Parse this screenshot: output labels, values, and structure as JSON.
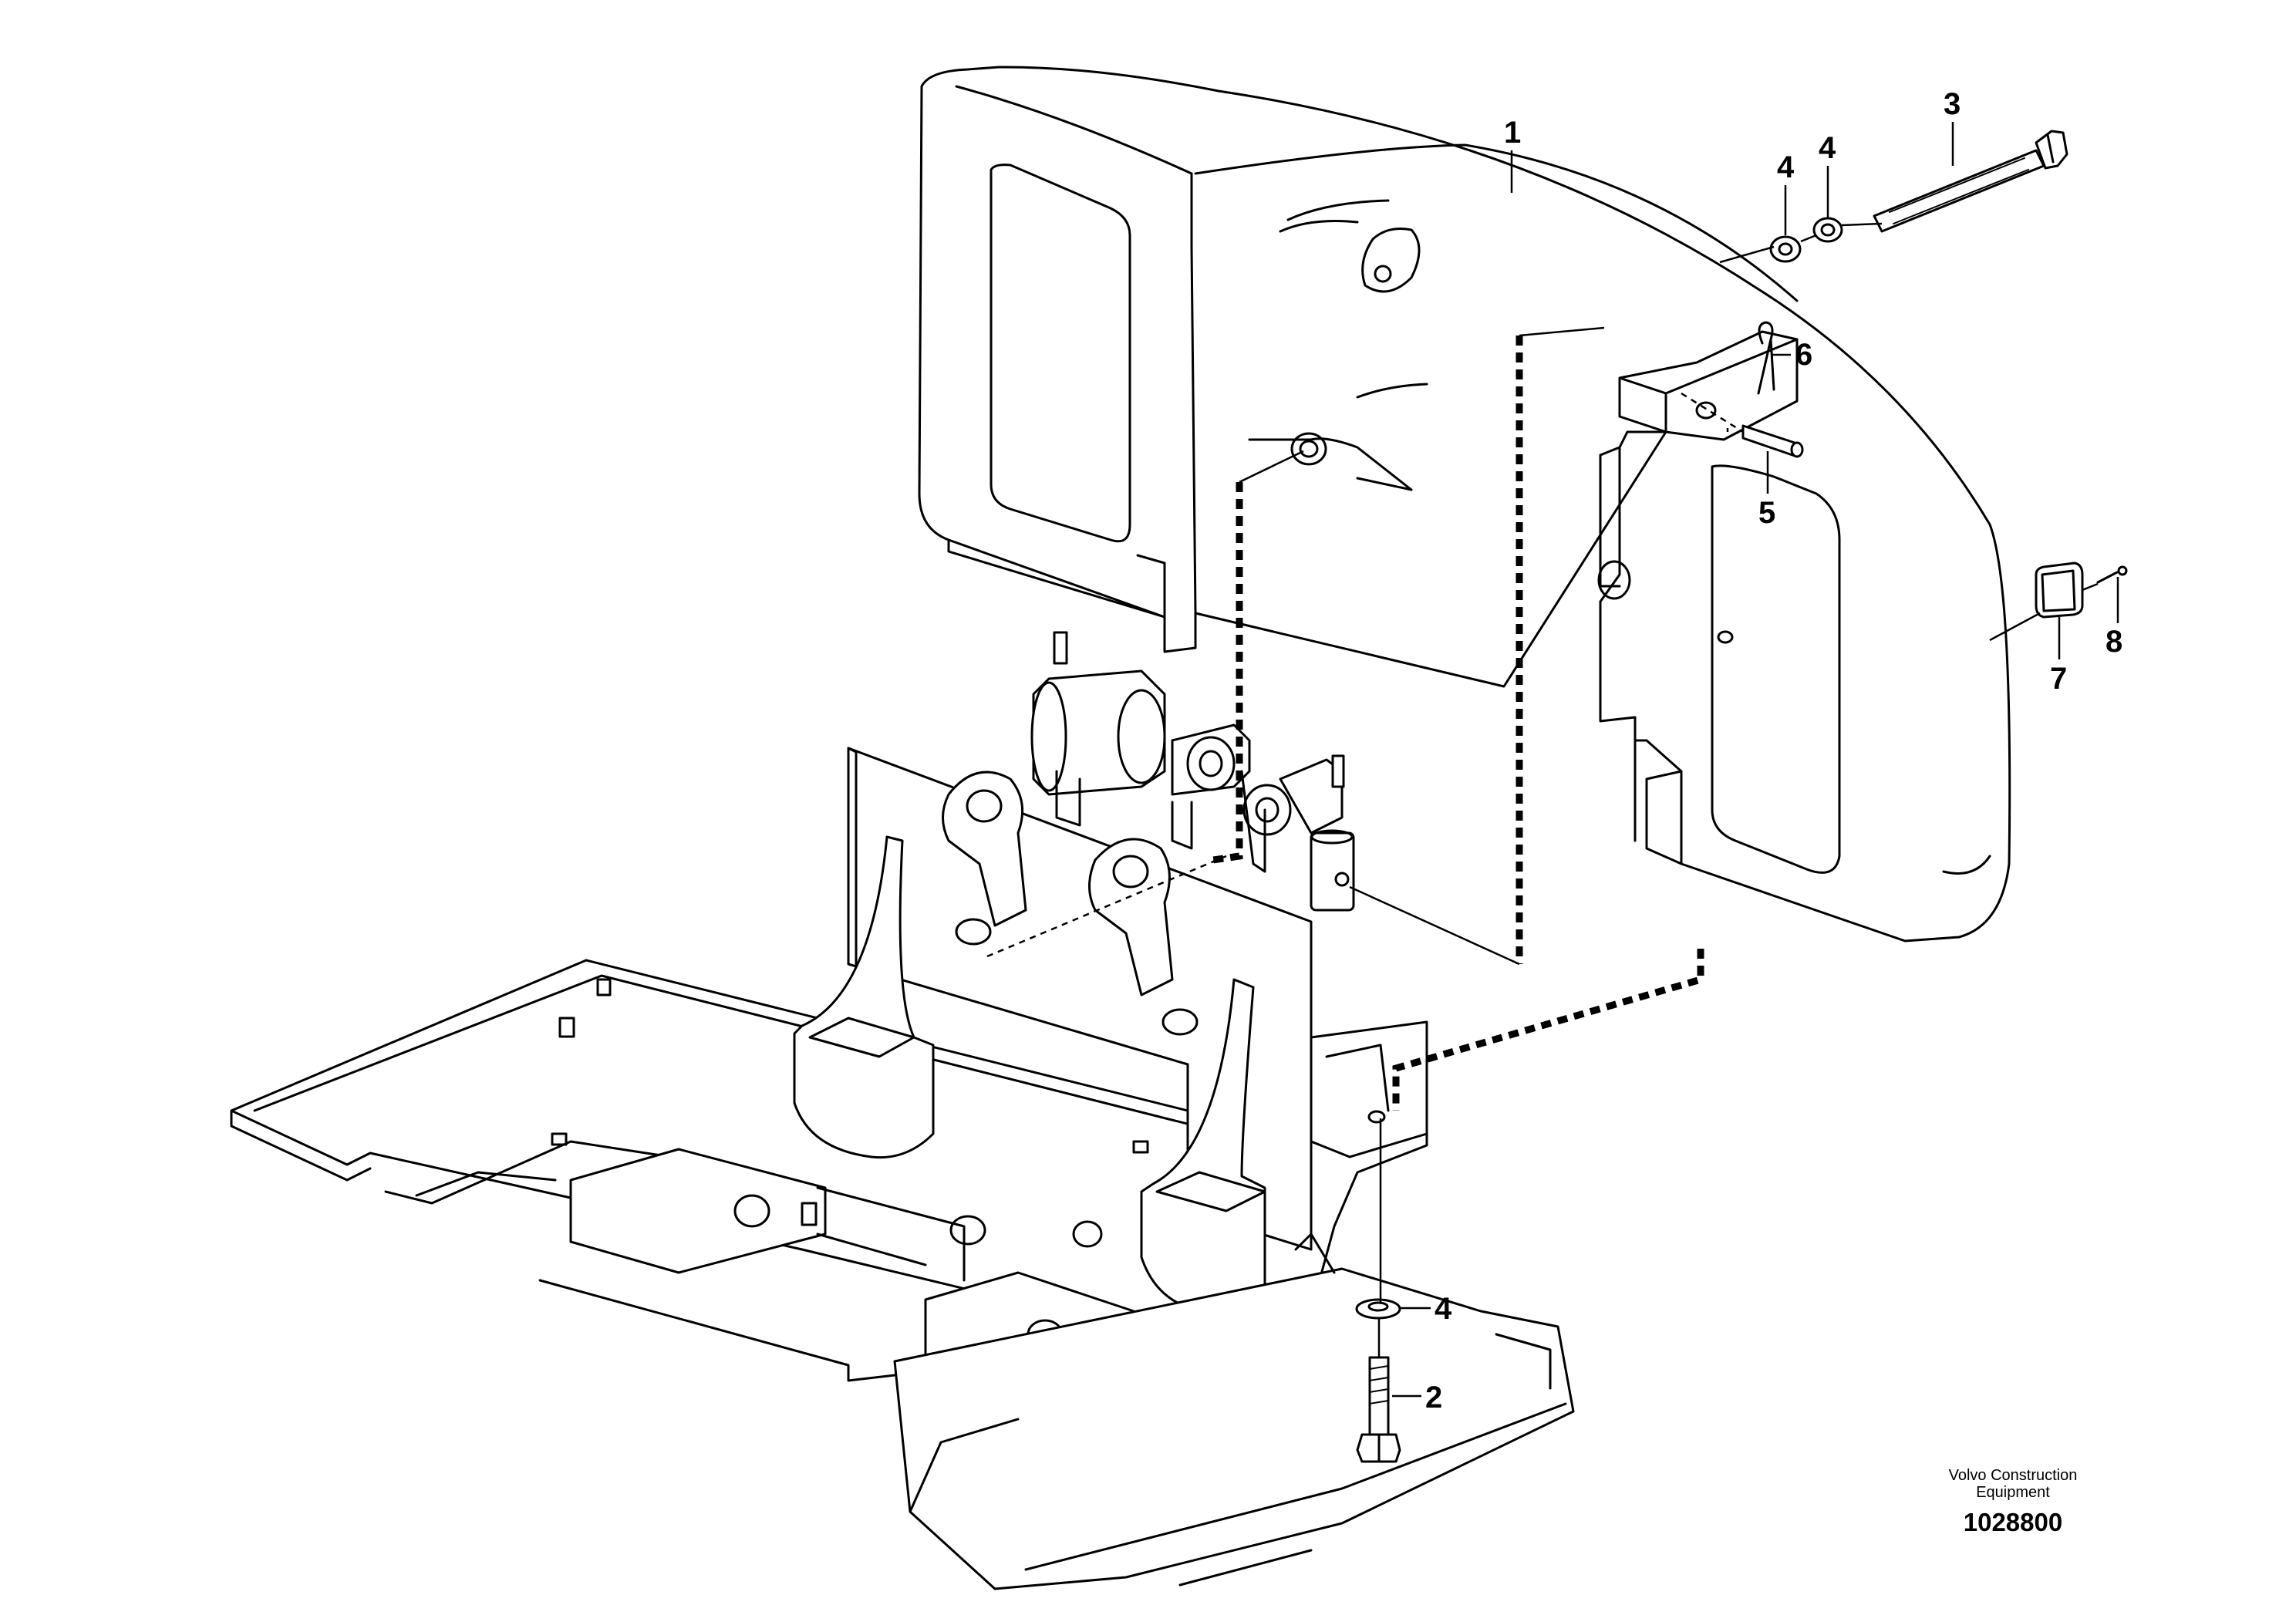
{
  "callouts": [
    {
      "id": "c1",
      "label": "1"
    },
    {
      "id": "c2",
      "label": "2"
    },
    {
      "id": "c3",
      "label": "3"
    },
    {
      "id": "c4a",
      "label": "4"
    },
    {
      "id": "c4b",
      "label": "4"
    },
    {
      "id": "c4c",
      "label": "4"
    },
    {
      "id": "c5",
      "label": "5"
    },
    {
      "id": "c6",
      "label": "6"
    },
    {
      "id": "c7",
      "label": "7"
    },
    {
      "id": "c8",
      "label": "8"
    }
  ],
  "footer": {
    "manufacturer": "Volvo Construction\nEquipment",
    "document_number": "1028800"
  }
}
